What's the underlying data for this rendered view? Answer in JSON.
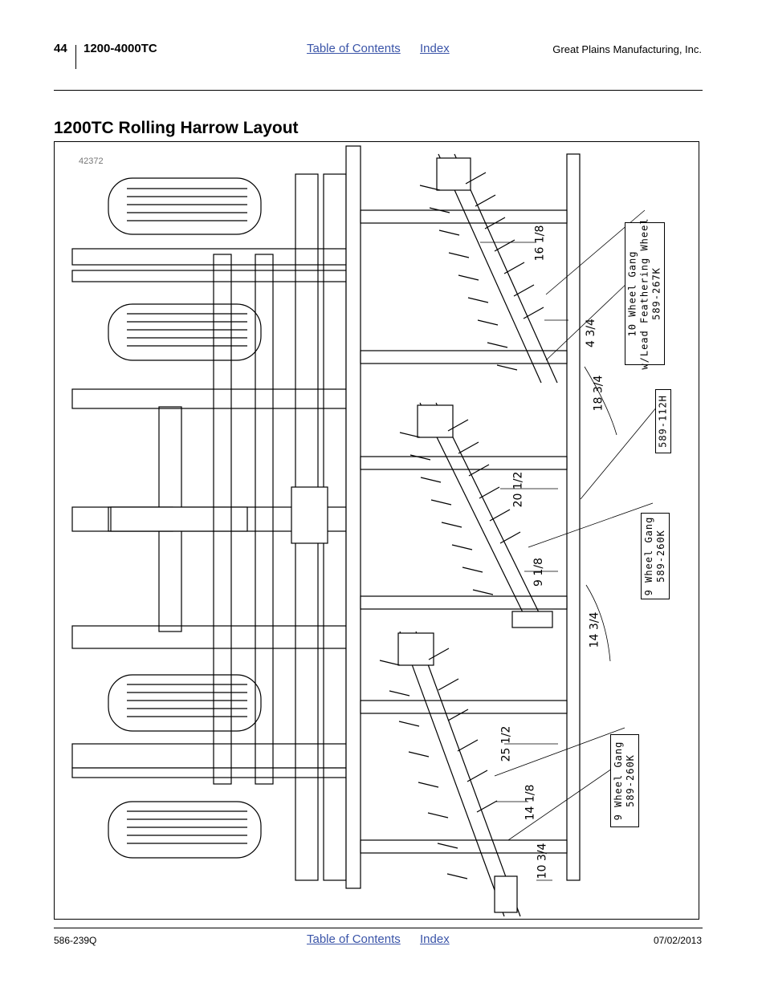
{
  "header": {
    "page_number": "44",
    "model": "1200-4000TC",
    "toc_link": "Table of Contents",
    "index_link": "Index",
    "company": "Great Plains Manufacturing, Inc."
  },
  "section_title": "1200TC Rolling Harrow Layout",
  "figure": {
    "id": "42372",
    "callouts": [
      {
        "line1": "10 Wheel Gang",
        "line2": "w/Lead Feathering Wheel",
        "line3": "589-267K"
      },
      {
        "line1": "589-112H"
      },
      {
        "line1": "9 Wheel Gang",
        "line2": "589-260K"
      },
      {
        "line1": "9 Wheel Gang",
        "line2": "589-260K"
      }
    ],
    "dimensions": [
      "16 1/8",
      "4 3/4",
      "18 3/4",
      "20 1/2",
      "9 1/8",
      "14 3/4",
      "25 1/2",
      "14 1/8",
      "10 3/4"
    ]
  },
  "footer": {
    "doc_number": "586-239Q",
    "toc_link": "Table of Contents",
    "index_link": "Index",
    "date": "07/02/2013"
  }
}
